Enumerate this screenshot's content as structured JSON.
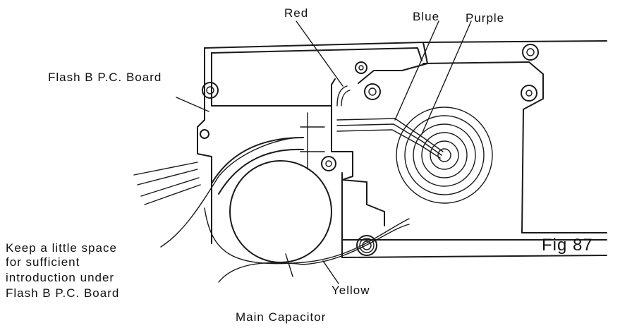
{
  "labels": {
    "red": "Red",
    "blue": "Blue",
    "purple": "Purple",
    "flash_board": "Flash B P.C. Board",
    "note_lines": [
      "Keep a little space",
      "for sufficient",
      "introduction under",
      "Flash B  P.C. Board"
    ],
    "yellow": "Yellow",
    "main_capacitor": "Main Capacitor",
    "figure": "Fig 87"
  }
}
